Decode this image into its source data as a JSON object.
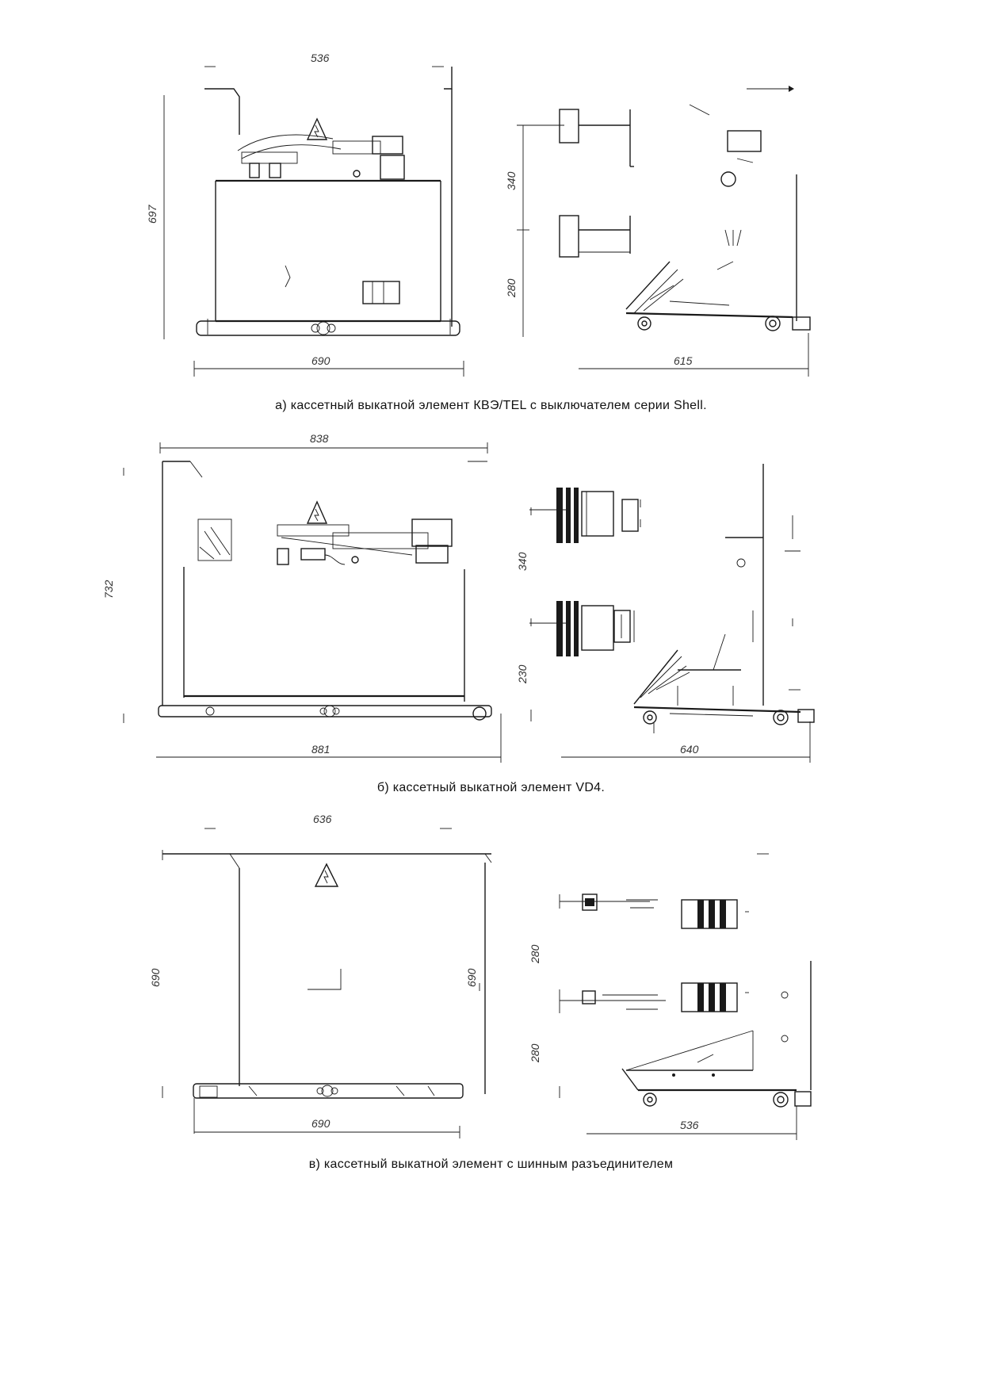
{
  "figures": [
    {
      "caption": "а) кассетный выкатной элемент КВЭ/TEL с выключателем серии Shell.",
      "dimensions": {
        "top_width": "536",
        "bottom_width": "690",
        "height": "697",
        "upper_segment": "340",
        "lower_segment": "280",
        "side_depth": "615"
      }
    },
    {
      "caption": "б) кассетный выкатной элемент VD4.",
      "dimensions": {
        "top_width": "838",
        "bottom_width": "881",
        "height": "732",
        "upper_segment": "340",
        "lower_segment": "230",
        "side_depth": "640"
      }
    },
    {
      "caption": "в) кассетный выкатной элемент с шинным разъединителем",
      "dimensions": {
        "top_width": "636",
        "bottom_width": "690",
        "left_height": "690",
        "right_height": "690",
        "upper_segment": "280",
        "lower_segment": "280",
        "side_depth": "536"
      }
    }
  ]
}
